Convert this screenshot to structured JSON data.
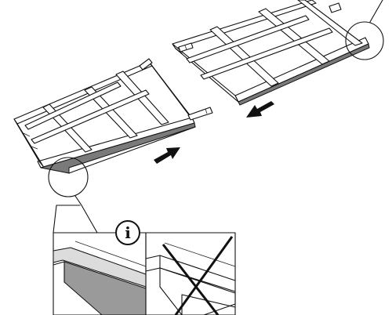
{
  "callout": {
    "info_symbol": "i",
    "info_icon": "info-circle-icon",
    "correct_panel_icon": "zoomed-correct-edge-detail",
    "incorrect_panel_icon": "cross-out-icon"
  },
  "arrows": [
    {
      "name": "arrow-right",
      "direction": "right"
    },
    {
      "name": "arrow-left",
      "direction": "left"
    }
  ],
  "colors": {
    "line": "#111111",
    "edge_strip": "#7a7a7a",
    "detail_shade": "#9a9a9a",
    "background": "#ffffff"
  }
}
